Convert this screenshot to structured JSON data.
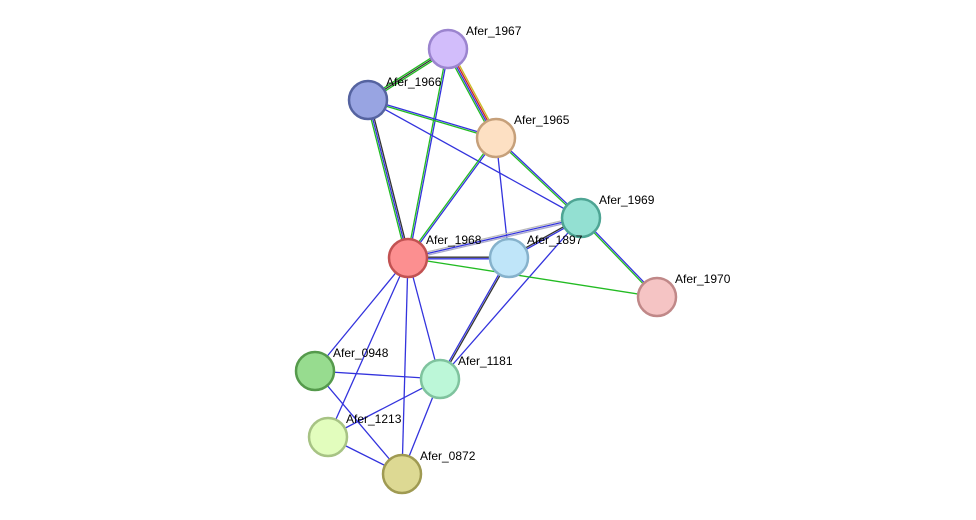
{
  "nodes": [
    {
      "id": "Afer_1967",
      "label": "Afer_1967",
      "fill": "#d2bdfb",
      "stroke": "#9b84cf"
    },
    {
      "id": "Afer_1966",
      "label": "Afer_1966",
      "fill": "#98a4e2",
      "stroke": "#5563a0"
    },
    {
      "id": "Afer_1965",
      "label": "Afer_1965",
      "fill": "#fde0c3",
      "stroke": "#c6a07a"
    },
    {
      "id": "Afer_1969",
      "label": "Afer_1969",
      "fill": "#93e0d2",
      "stroke": "#4ea594"
    },
    {
      "id": "Afer_1968",
      "label": "Afer_1968",
      "fill": "#fc8f90",
      "stroke": "#c25252"
    },
    {
      "id": "Afer_1897",
      "label": "Afer_1897",
      "fill": "#bfe5f9",
      "stroke": "#86b2cc"
    },
    {
      "id": "Afer_1970",
      "label": "Afer_1970",
      "fill": "#f5c4c4",
      "stroke": "#c08888"
    },
    {
      "id": "Afer_0948",
      "label": "Afer_0948",
      "fill": "#97dc8f",
      "stroke": "#559a4c"
    },
    {
      "id": "Afer_1181",
      "label": "Afer_1181",
      "fill": "#bcf7d8",
      "stroke": "#7fc39e"
    },
    {
      "id": "Afer_1213",
      "label": "Afer_1213",
      "fill": "#e2fdbd",
      "stroke": "#a7c384"
    },
    {
      "id": "Afer_0872",
      "label": "Afer_0872",
      "fill": "#ddd993",
      "stroke": "#9f9a52"
    }
  ],
  "edges": [
    {
      "source": "Afer_1967",
      "target": "Afer_1966",
      "colors": [
        "#22bb22",
        "#333333",
        "#22bb22"
      ]
    },
    {
      "source": "Afer_1967",
      "target": "Afer_1965",
      "colors": [
        "#ccbb22",
        "#cc2222",
        "#3333dd",
        "#22bb22"
      ]
    },
    {
      "source": "Afer_1967",
      "target": "Afer_1968",
      "colors": [
        "#3333dd",
        "#22bb22"
      ]
    },
    {
      "source": "Afer_1966",
      "target": "Afer_1965",
      "colors": [
        "#3333dd",
        "#22bb22"
      ]
    },
    {
      "source": "Afer_1966",
      "target": "Afer_1969",
      "colors": [
        "#3333dd"
      ]
    },
    {
      "source": "Afer_1966",
      "target": "Afer_1968",
      "colors": [
        "#333333",
        "#3333dd",
        "#22bb22"
      ]
    },
    {
      "source": "Afer_1965",
      "target": "Afer_1969",
      "colors": [
        "#3333dd",
        "#22bb22"
      ]
    },
    {
      "source": "Afer_1965",
      "target": "Afer_1968",
      "colors": [
        "#3333dd",
        "#22bb22"
      ]
    },
    {
      "source": "Afer_1965",
      "target": "Afer_1897",
      "colors": [
        "#3333dd"
      ]
    },
    {
      "source": "Afer_1969",
      "target": "Afer_1970",
      "colors": [
        "#3333dd",
        "#22bb22"
      ]
    },
    {
      "source": "Afer_1969",
      "target": "Afer_1968",
      "colors": [
        "#aaaacc",
        "#3333dd",
        "#bbbbbb"
      ]
    },
    {
      "source": "Afer_1969",
      "target": "Afer_1897",
      "colors": [
        "#3333dd",
        "#333333"
      ]
    },
    {
      "source": "Afer_1969",
      "target": "Afer_1181",
      "colors": [
        "#3333dd"
      ]
    },
    {
      "source": "Afer_1968",
      "target": "Afer_1897",
      "colors": [
        "#333333",
        "#3333dd"
      ]
    },
    {
      "source": "Afer_1968",
      "target": "Afer_1970",
      "colors": [
        "#22bb22"
      ]
    },
    {
      "source": "Afer_1968",
      "target": "Afer_0948",
      "colors": [
        "#3333dd"
      ]
    },
    {
      "source": "Afer_1968",
      "target": "Afer_1181",
      "colors": [
        "#3333dd"
      ]
    },
    {
      "source": "Afer_1968",
      "target": "Afer_1213",
      "colors": [
        "#3333dd"
      ]
    },
    {
      "source": "Afer_1968",
      "target": "Afer_0872",
      "colors": [
        "#3333dd"
      ]
    },
    {
      "source": "Afer_1897",
      "target": "Afer_1181",
      "colors": [
        "#333333",
        "#3333dd"
      ]
    },
    {
      "source": "Afer_0948",
      "target": "Afer_1181",
      "colors": [
        "#3333dd"
      ]
    },
    {
      "source": "Afer_0948",
      "target": "Afer_0872",
      "colors": [
        "#3333dd"
      ]
    },
    {
      "source": "Afer_1181",
      "target": "Afer_1213",
      "colors": [
        "#3333dd"
      ]
    },
    {
      "source": "Afer_1181",
      "target": "Afer_0872",
      "colors": [
        "#3333dd"
      ]
    },
    {
      "source": "Afer_1213",
      "target": "Afer_0872",
      "colors": [
        "#3333dd"
      ]
    }
  ]
}
